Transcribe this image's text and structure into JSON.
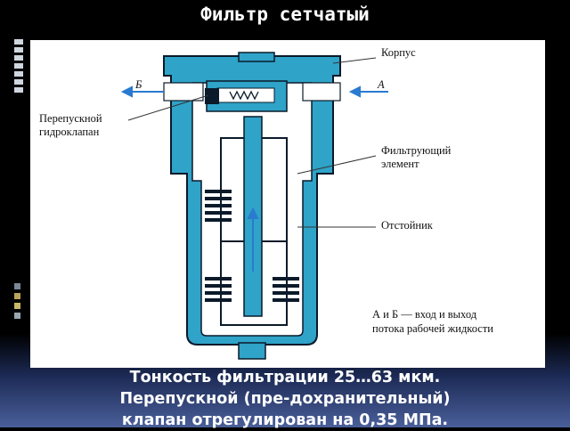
{
  "title": "Фильтр сетчатый",
  "labels": {
    "korpus": "Корпус",
    "b_arrow": "Б",
    "a_arrow": "А",
    "bypass_line1": "Перепускной",
    "bypass_line2": "гидроклапан",
    "filter_line1": "Фильтрующий",
    "filter_line2": "элемент",
    "sump": "Отстойник",
    "legend_line1": "А и Б — вход и выход",
    "legend_line2": "потока рабочей жидкости"
  },
  "caption": {
    "line1": "Тонкость фильтрации 25…63 мкм.",
    "line2": "Перепускной (пре-дохранительный)",
    "line3": "клапан отрегулирован на 0,35 МПа."
  },
  "colors": {
    "body": "#2fa3c8",
    "dark": "#0a1a2a",
    "accent_bars": [
      "#7a8794",
      "#b9a35a",
      "#c9b76a",
      "#9aa6b2"
    ]
  }
}
